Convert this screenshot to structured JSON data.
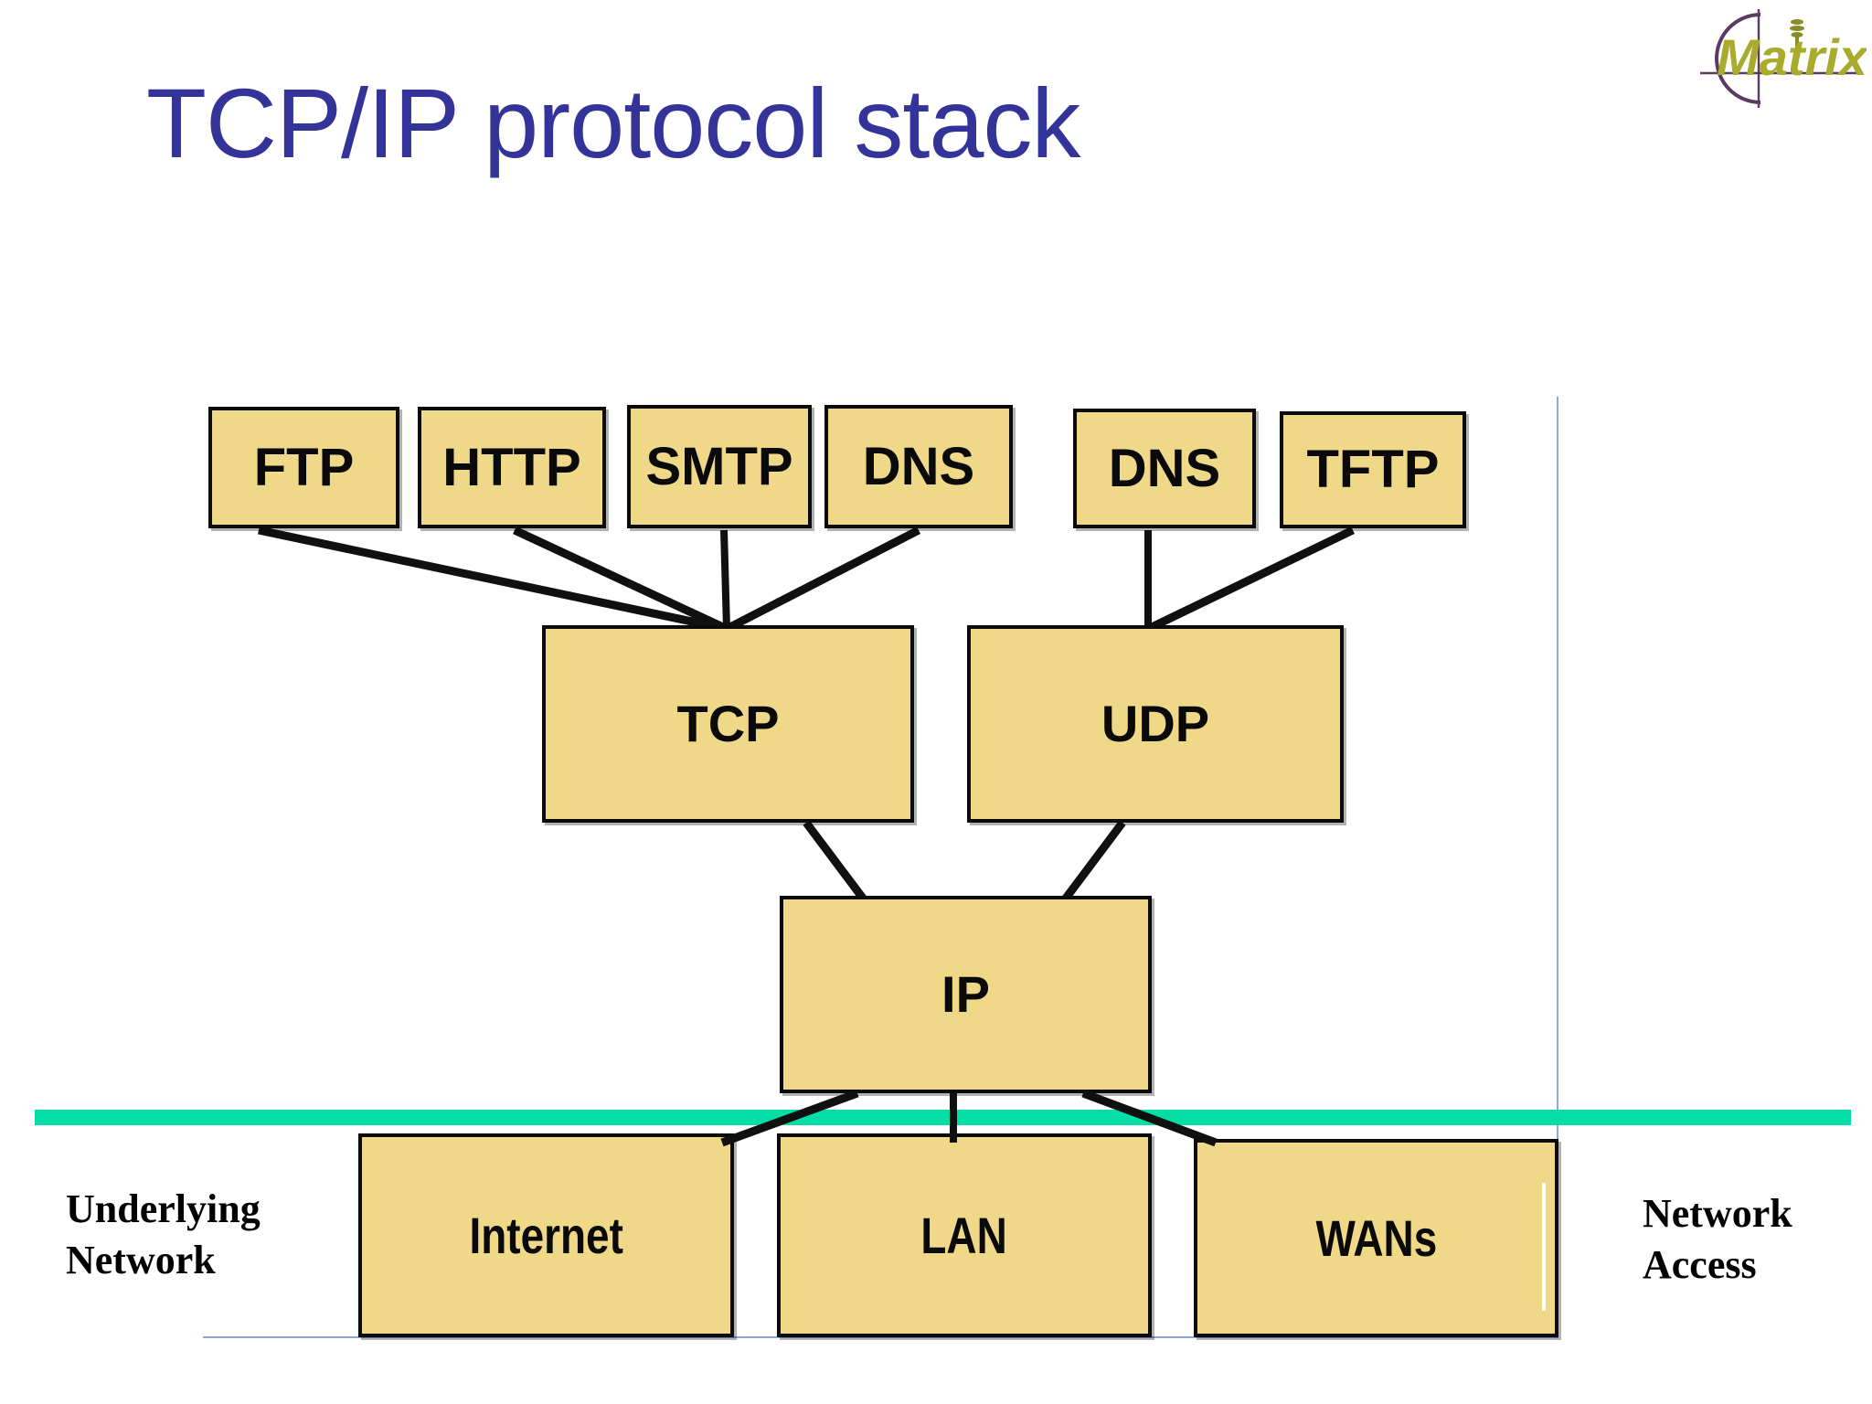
{
  "slide": {
    "title": "TCP/IP protocol stack",
    "title_color": "#333399",
    "background": "#ffffff"
  },
  "logo": {
    "name": "matrix-logo",
    "text": "Matrix",
    "text_color": "#a8ab2b",
    "mark_color": "#5b3a63"
  },
  "diagram": {
    "type": "layered-protocol-stack",
    "box_fill": "#efd887",
    "box_border": "#0b0b0b",
    "divider_color": "#05dda6",
    "frame_color": "#8fa8d8",
    "layers": [
      {
        "name": "application",
        "boxes": [
          {
            "label": "FTP"
          },
          {
            "label": "HTTP"
          },
          {
            "label": "SMTP"
          },
          {
            "label": "DNS"
          },
          {
            "label": "DNS"
          },
          {
            "label": "TFTP"
          }
        ]
      },
      {
        "name": "transport",
        "boxes": [
          {
            "label": "TCP"
          },
          {
            "label": "UDP"
          }
        ]
      },
      {
        "name": "internet",
        "boxes": [
          {
            "label": "IP"
          }
        ]
      },
      {
        "name": "network-access",
        "boxes": [
          {
            "label": "Internet"
          },
          {
            "label": "LAN"
          },
          {
            "label": "WANs"
          }
        ]
      }
    ],
    "connections": [
      {
        "from": "FTP",
        "to": "TCP"
      },
      {
        "from": "HTTP",
        "to": "TCP"
      },
      {
        "from": "SMTP",
        "to": "TCP"
      },
      {
        "from": "DNS",
        "to": "TCP"
      },
      {
        "from": "DNS",
        "to": "UDP"
      },
      {
        "from": "TFTP",
        "to": "UDP"
      },
      {
        "from": "TCP",
        "to": "IP"
      },
      {
        "from": "UDP",
        "to": "IP"
      },
      {
        "from": "IP",
        "to": "Internet"
      },
      {
        "from": "IP",
        "to": "LAN"
      },
      {
        "from": "IP",
        "to": "WANs"
      }
    ]
  },
  "annotations": {
    "left_label": "Underlying\nNetwork",
    "left_label_line1": "Underlying",
    "left_label_line2": "Network",
    "right_label_line1": "Network",
    "right_label_line2": "Access"
  }
}
